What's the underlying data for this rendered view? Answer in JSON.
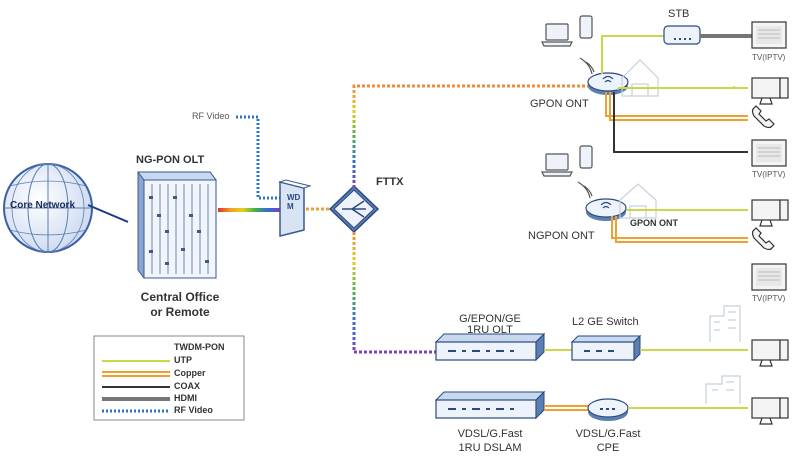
{
  "labels": {
    "core_network": "Core Network",
    "ngpon_olt": "NG-PON OLT",
    "central_office_line1": "Central Office",
    "central_office_line2": "or Remote",
    "rf_video": "RF Video",
    "wdm": "WDM",
    "fttx": "FTTX",
    "stb": "STB",
    "tv_iptv_1": "TV(IPTV)",
    "tv_iptv_2": "TV(IPTV)",
    "tv_iptv_3": "TV(IPTV)",
    "gpon_ont_1": "GPON ONT",
    "gpon_ont_2": "GPON ONT",
    "ngpon_ont": "NGPON ONT",
    "olt_1ru_line1": "G/EPON/GE",
    "olt_1ru_line2": "1RU OLT",
    "l2_switch": "L2 GE Switch",
    "dslam_line1": "VDSL/G.Fast",
    "dslam_line2": "1RU DSLAM",
    "cpe_line1": "VDSL/G.Fast",
    "cpe_line2": "CPE"
  },
  "legend": [
    {
      "label": "TWDM-PON",
      "color": "#f08a3a",
      "style": "dashed-gradient"
    },
    {
      "label": "UTP",
      "color": "#c8d84a",
      "style": "solid"
    },
    {
      "label": "Copper",
      "color": "#f0a030",
      "style": "double"
    },
    {
      "label": "COAX",
      "color": "#333333",
      "style": "solid"
    },
    {
      "label": "HDMI",
      "color": "#777777",
      "style": "thick"
    },
    {
      "label": "RF Video",
      "color": "#2a74c8",
      "style": "dotted"
    }
  ],
  "colors": {
    "utp": "#c8d84a",
    "copper": "#f0a030",
    "coax": "#333333",
    "hdmi": "#777777",
    "rf": "#2a74c8",
    "device": "#5b7fb0",
    "device_light": "#d8e4f4"
  }
}
